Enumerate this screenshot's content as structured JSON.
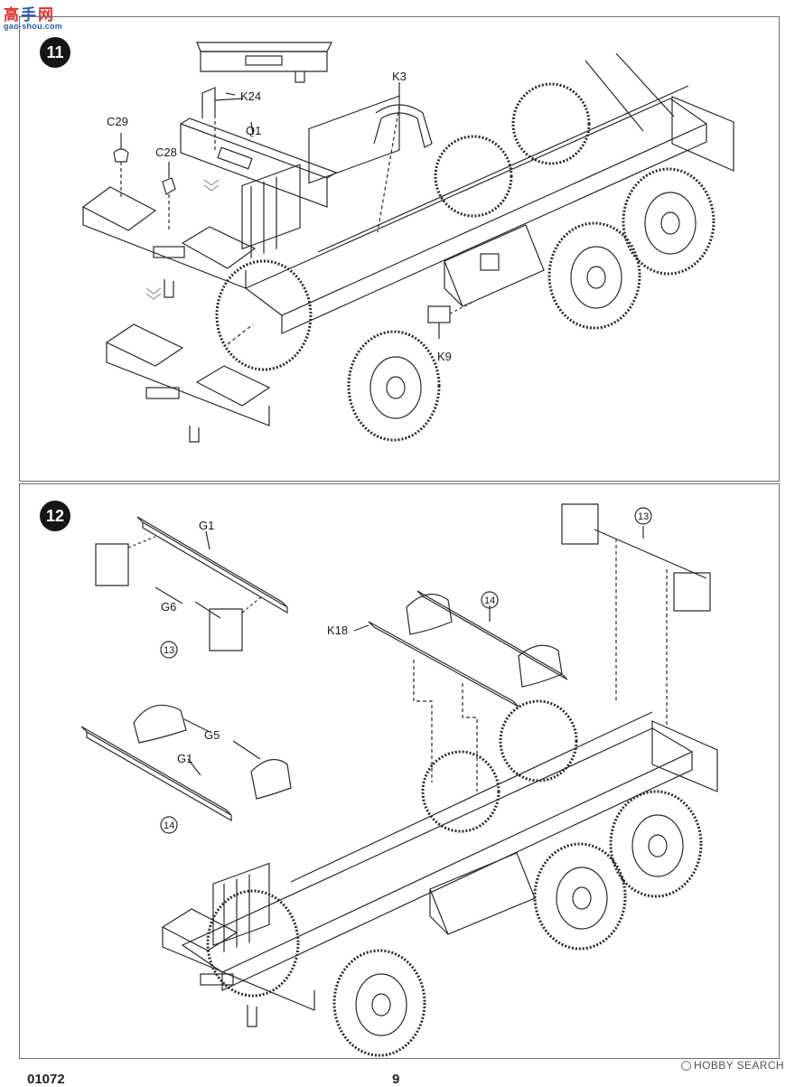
{
  "site_logo": {
    "chars": [
      "高",
      "手",
      "网"
    ],
    "url": "gao-shou.com"
  },
  "steps": [
    {
      "number": "11",
      "parts": {
        "k24": "K24",
        "k3": "K3",
        "c29": "C29",
        "q1": "Q1",
        "c28": "C28",
        "k9": "K9"
      }
    },
    {
      "number": "12",
      "parts": {
        "g1_top": "G1",
        "g6": "G6",
        "g5": "G5",
        "g1_bottom": "G1",
        "k18": "K18"
      },
      "refs": {
        "sub13_left": "13",
        "sub14_left": "14",
        "sub13_right": "13",
        "sub14_right": "14"
      }
    }
  ],
  "footer": {
    "product_code": "01072",
    "page_number": "9"
  },
  "watermark": {
    "text": "HOBBY SEARCH"
  },
  "colors": {
    "line": "#2a2a2a",
    "badge": "#161616",
    "logo_red": "#e0302a",
    "logo_blue": "#2a59b8"
  }
}
